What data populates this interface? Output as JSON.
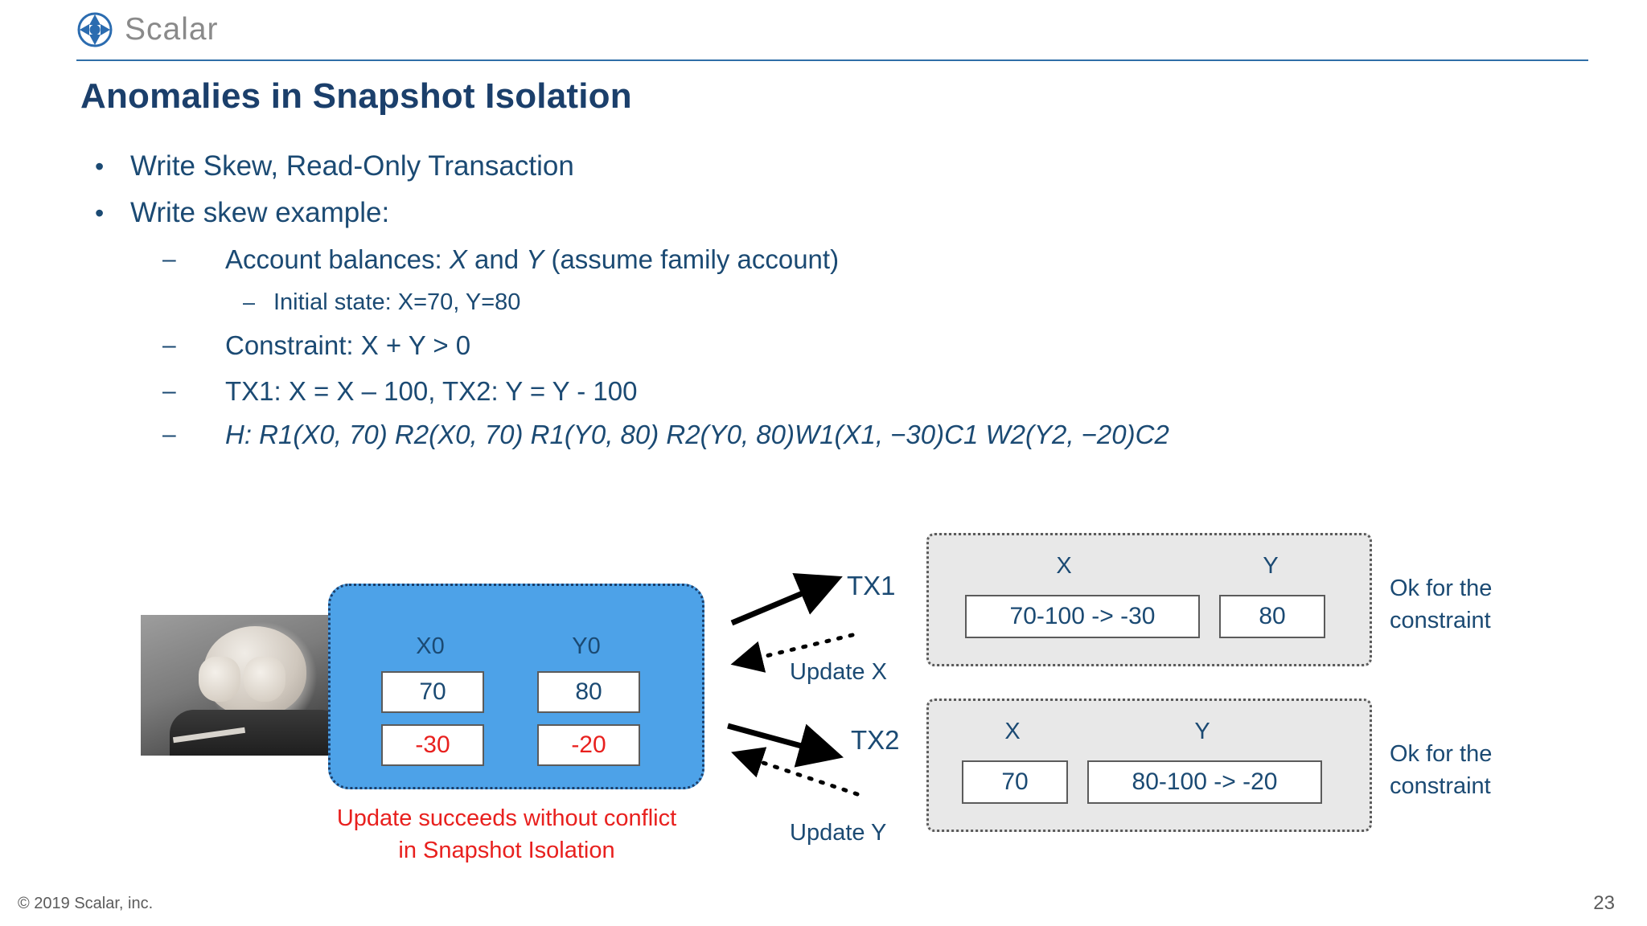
{
  "header": {
    "logo_text": "Scalar",
    "logo_icon": "scalar-logo-icon"
  },
  "title": "Anomalies in Snapshot Isolation",
  "bullets": {
    "l1_a": "Write Skew, Read-Only Transaction",
    "l1_b": "Write skew example:",
    "l2_a_pre": "Account balances: ",
    "l2_a_x": "X",
    "l2_a_mid": " and ",
    "l2_a_y": "Y",
    "l2_a_post": " (assume family account)",
    "l3_a": "Initial state: X=70, Y=80",
    "l2_b": "Constraint: X + Y > 0",
    "l2_c": "TX1: X = X – 100, TX2: Y = Y - 100",
    "l2_d_h": "H",
    "l2_d_rest": ": R1(X0, 70) R2(X0, 70) R1(Y0, 80) R2(Y0, 80)W1(X1, −30)C1 W2(Y2, −20)C2"
  },
  "diagram": {
    "photo_alt": "child-covering-face-photo",
    "db": {
      "col_x_label": "X0",
      "col_y_label": "Y0",
      "x_initial": "70",
      "y_initial": "80",
      "x_updated": "-30",
      "y_updated": "-20"
    },
    "caption_line1": "Update succeeds without conflict",
    "caption_line2": "in Snapshot Isolation",
    "tx1": {
      "label": "TX1",
      "update_label": "Update X",
      "col_x": "X",
      "col_y": "Y",
      "val_x": "70-100 -> -30",
      "val_y": "80",
      "note_line1": "Ok for the",
      "note_line2": "constraint"
    },
    "tx2": {
      "label": "TX2",
      "update_label": "Update Y",
      "col_x": "X",
      "col_y": "Y",
      "val_x": "70",
      "val_y": "80-100 -> -20",
      "note_line1": "Ok for the",
      "note_line2": "constraint"
    }
  },
  "footer": {
    "copyright": "© 2019 Scalar, inc.",
    "page_number": "23"
  },
  "colors": {
    "title": "#1b3f6b",
    "body": "#1b4a73",
    "accent_blue": "#4da2e8",
    "red": "#e8201e",
    "rule": "#2f6fa8"
  }
}
